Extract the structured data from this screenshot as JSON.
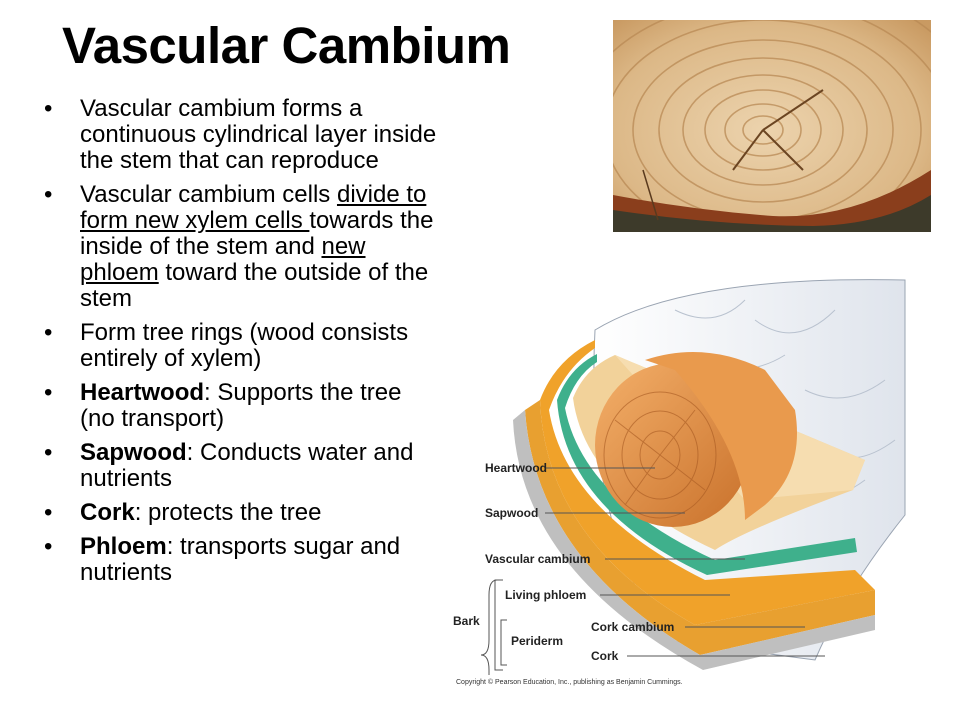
{
  "title": "Vascular Cambium",
  "bullets": [
    {
      "parts": [
        {
          "text": "Vascular cambium forms a continuous cylindrical layer inside the stem that can reproduce"
        }
      ]
    },
    {
      "parts": [
        {
          "text": "Vascular cambium cells "
        },
        {
          "text": "divide to form new xylem cells ",
          "style": "underline"
        },
        {
          "text": "towards the inside of the stem and "
        },
        {
          "text": "new phloem",
          "style": "underline"
        },
        {
          "text": " toward the outside of the stem"
        }
      ]
    },
    {
      "parts": [
        {
          "text": "Form tree rings (wood consists entirely of xylem)"
        }
      ]
    },
    {
      "parts": [
        {
          "text": "Heartwood",
          "style": "bold"
        },
        {
          "text": ": Supports the tree (no transport)"
        }
      ]
    },
    {
      "parts": [
        {
          "text": "Sapwood",
          "style": "bold"
        },
        {
          "text": ": Conducts water and nutrients"
        }
      ]
    },
    {
      "parts": [
        {
          "text": "Cork",
          "style": "bold"
        },
        {
          "text": ": protects the tree"
        }
      ]
    },
    {
      "parts": [
        {
          "text": "Phloem",
          "style": "bold"
        },
        {
          "text": ": transports sugar and nutrients"
        }
      ]
    }
  ],
  "diagram": {
    "labels": {
      "heartwood": "Heartwood",
      "sapwood": "Sapwood",
      "vascular_cambium": "Vascular cambium",
      "living_phloem": "Living phloem",
      "bark": "Bark",
      "periderm": "Periderm",
      "cork_cambium": "Cork cambium",
      "cork": "Cork"
    },
    "copyright": "Copyright © Pearson Education, Inc., publishing as Benjamin Cummings."
  },
  "colors": {
    "heartwood": "#d9893e",
    "sapwood": "#f2d29a",
    "cambium": "#3fb08c",
    "phloem": "#f0a22a",
    "bark": "#e9edf3",
    "photo_wood": "#e0bd8e",
    "photo_dark": "#5a3a1e"
  }
}
